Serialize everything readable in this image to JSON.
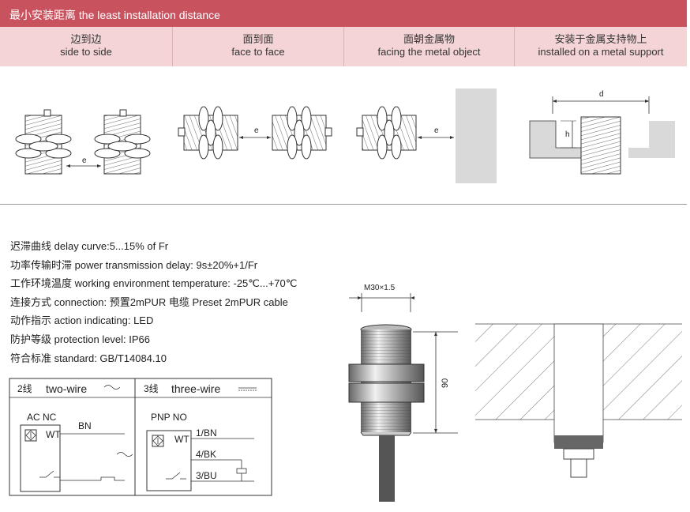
{
  "header": {
    "title": "最小安装距离 the least installation distance"
  },
  "columns": [
    {
      "zh": "边到边",
      "en": "side to side"
    },
    {
      "zh": "面到面",
      "en": "face to face"
    },
    {
      "zh": "面朝金属物",
      "en": "facing the metal object"
    },
    {
      "zh": "安装于金属支持物上",
      "en": "installed on a metal support"
    }
  ],
  "diagram_labels": {
    "e1": "e",
    "e2": "e",
    "e3": "e",
    "d": "d",
    "h": "h"
  },
  "specs": [
    "迟滞曲线 delay curve:5...15% of Fr",
    "功率传输时滞 power transmission delay: 9s±20%+1/Fr",
    "工作环境温度 working environment temperature: -25℃...+70℃",
    "连接方式 connection:  预置2mPUR 电缆 Preset 2mPUR cable",
    "动作指示 action indicating: LED",
    "防护等级 protection level: IP66",
    "符合标准 standard: GB/T14084.10"
  ],
  "wiring": {
    "two_wire_title_zh": "2线",
    "two_wire_title_en": "two-wire",
    "three_wire_title_zh": "3线",
    "three_wire_title_en": "three-wire",
    "two_wire_type": "AC NC",
    "three_wire_type": "PNP NO",
    "wt1": "WT",
    "wt2": "WT",
    "bn": "BN",
    "w1": "1/BN",
    "w4": "4/BK",
    "w3": "3/BU"
  },
  "sensor": {
    "thread": "M30×1.5",
    "length": "90"
  }
}
